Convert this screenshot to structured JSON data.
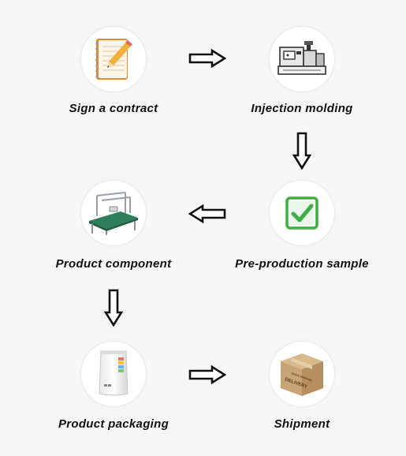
{
  "steps": [
    {
      "label": "Sign a contract",
      "icon": "notepad-pencil-icon"
    },
    {
      "label": "Injection molding",
      "icon": "injection-machine-icon"
    },
    {
      "label": "Pre-production sample",
      "icon": "checkmark-icon"
    },
    {
      "label": "Product component",
      "icon": "conveyor-workbench-icon"
    },
    {
      "label": "Product packaging",
      "icon": "pouch-package-icon"
    },
    {
      "label": "Shipment",
      "icon": "delivery-box-icon"
    }
  ],
  "box_text": {
    "top": "QUICK SHIPPING",
    "main": "DELIVERY"
  },
  "colors": {
    "check_green": "#3fae45",
    "box_brown": "#c8a577",
    "notepad_orange": "#e58a2a"
  }
}
